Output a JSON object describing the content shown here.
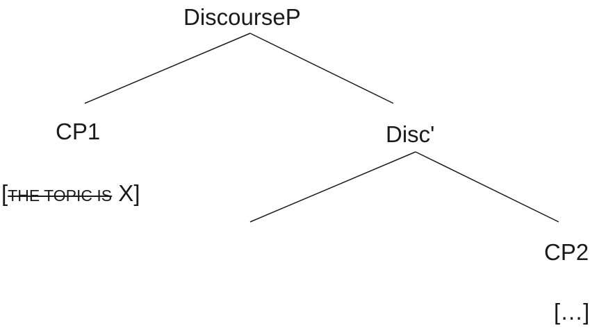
{
  "nodes": {
    "root": "DiscourseP",
    "cp1": "CP1",
    "disc_bar": "Disc'",
    "cp2": "CP2"
  },
  "cp1_content": {
    "open": "[",
    "deleted": "THE TOPIC IS",
    "value": " X]"
  },
  "cp2_content": "[…]"
}
